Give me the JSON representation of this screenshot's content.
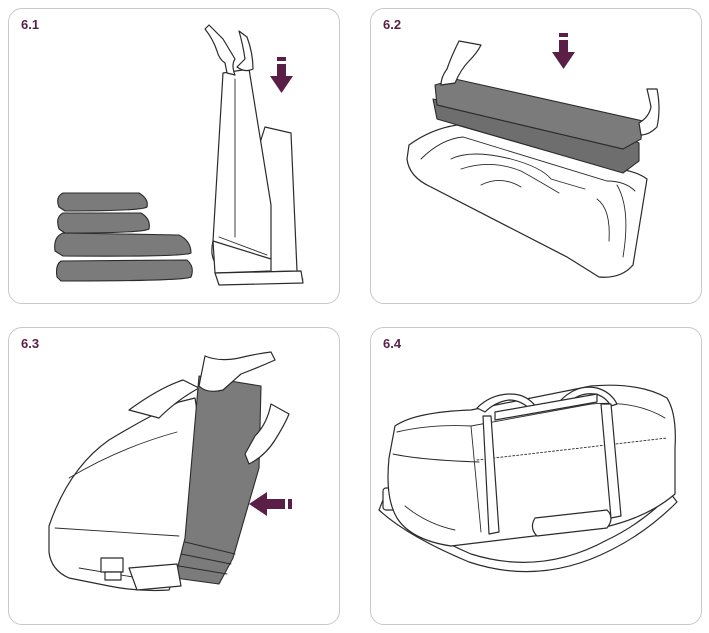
{
  "steps": [
    {
      "label": "6.1"
    },
    {
      "label": "6.2"
    },
    {
      "label": "6.3"
    },
    {
      "label": "6.4"
    }
  ],
  "colors": {
    "accent": "#5a1f47",
    "border": "#c9c9c9",
    "mattress": "#7b7b7b",
    "outline": "#2b2b2b"
  },
  "icons": [
    "arrow-down-icon",
    "arrow-down-icon",
    "arrow-left-icon"
  ]
}
